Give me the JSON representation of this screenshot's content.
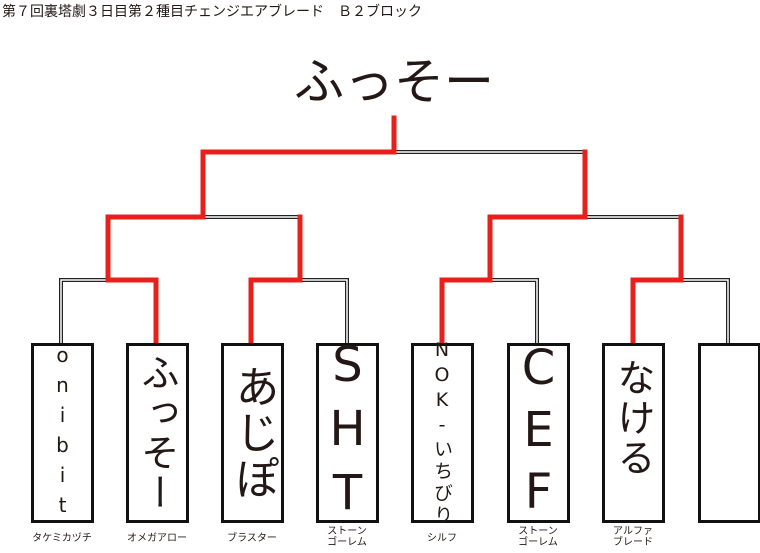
{
  "heading": "第７回裏塔劇３日目第２種目チェンジエアブレード　Ｂ２ブロック",
  "champion": "ふっそー",
  "colors": {
    "winner_line": "#e8201c",
    "line": "#222222",
    "text": "#231815"
  },
  "entrants": [
    {
      "name": "onibit",
      "sub1": "タケミカヅチ",
      "sub2": ""
    },
    {
      "name": "ふっそー",
      "sub1": "オメガアロー",
      "sub2": ""
    },
    {
      "name": "あじぽ",
      "sub1": "ブラスター",
      "sub2": ""
    },
    {
      "name": "SHT",
      "sub1": "ストーン",
      "sub2": "ゴーレム"
    },
    {
      "name": "NOK-いちびり",
      "sub1": "シルフ",
      "sub2": ""
    },
    {
      "name": "CEF",
      "sub1": "ストーン",
      "sub2": "ゴーレム"
    },
    {
      "name": "なける",
      "sub1": "アルファ",
      "sub2": "ブレード"
    },
    {
      "name": "",
      "sub1": "",
      "sub2": ""
    }
  ]
}
